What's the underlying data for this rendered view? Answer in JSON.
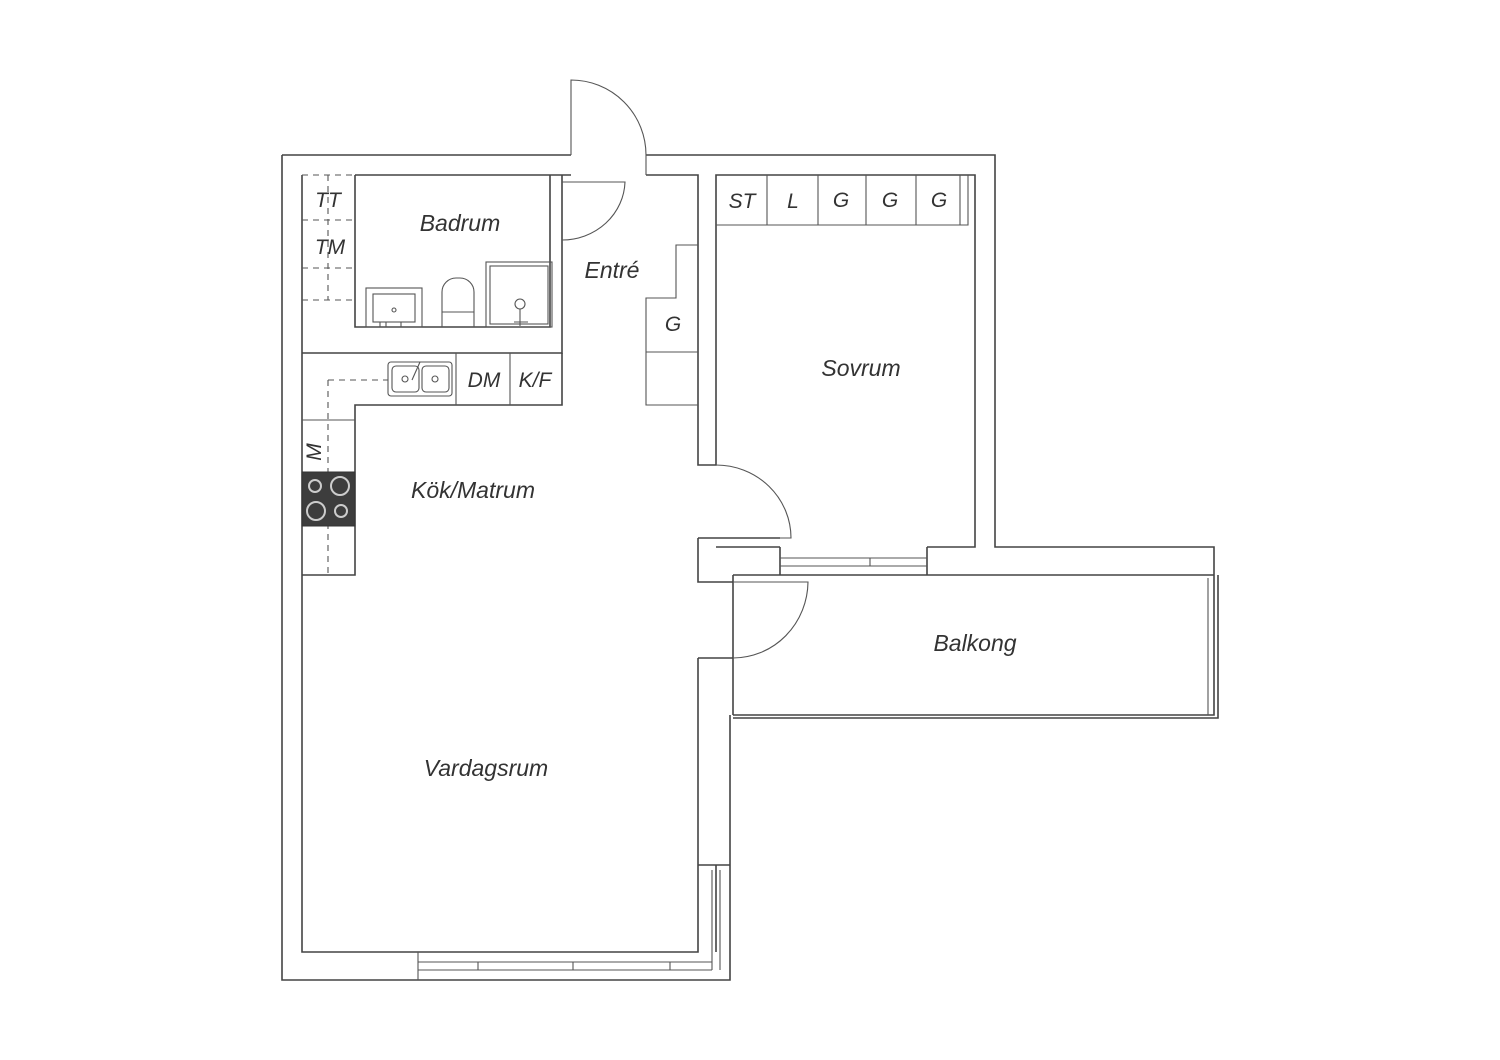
{
  "rooms": {
    "bathroom": "Badrum",
    "entry": "Entré",
    "bedroom": "Sovrum",
    "kitchen": "Kök/Matrum",
    "living": "Vardagsrum",
    "balcony": "Balkong"
  },
  "fixtures": {
    "bath_tt": "TT",
    "bath_tm": "TM",
    "wardrobe_st": "ST",
    "wardrobe_l": "L",
    "wardrobe_g1": "G",
    "wardrobe_g2": "G",
    "wardrobe_g3": "G",
    "entry_g": "G",
    "dishwasher": "DM",
    "fridge_freezer": "K/F",
    "microwave": "M"
  }
}
